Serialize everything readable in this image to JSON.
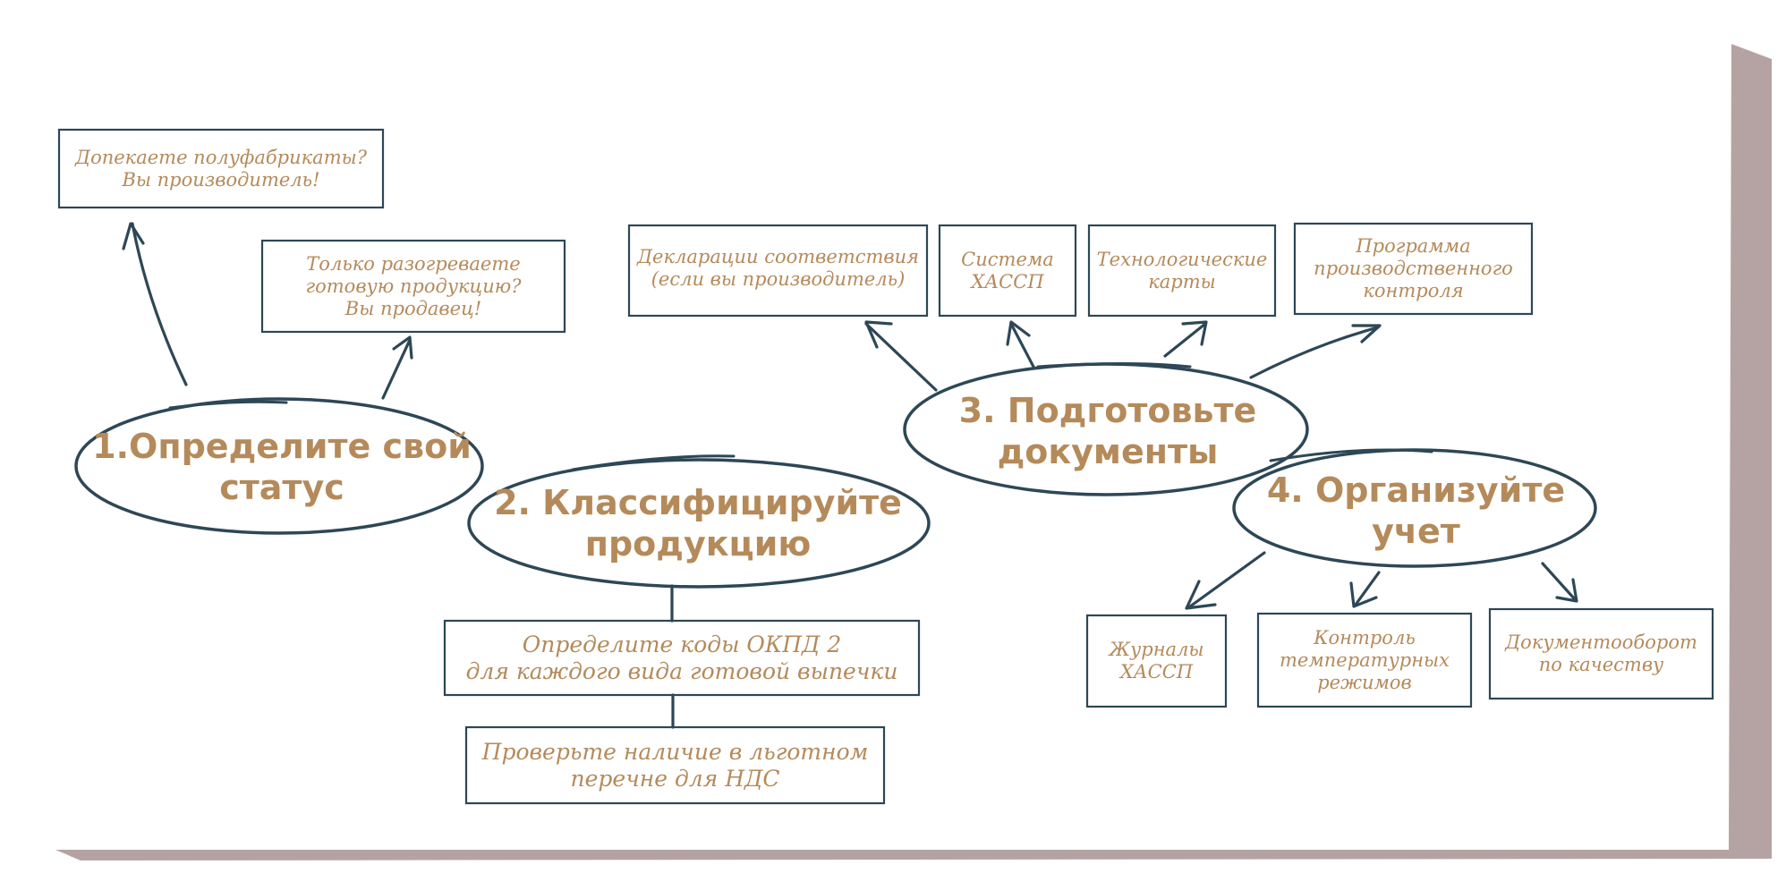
{
  "colors": {
    "ink": "#2d4756",
    "text": "#b58a5a",
    "shadow": "#b5a3a4",
    "background": "#ffffff"
  },
  "steps": [
    {
      "lines": [
        "1.Определите свой",
        "статус"
      ]
    },
    {
      "lines": [
        "2. Классифицируйте",
        "продукцию"
      ]
    },
    {
      "lines": [
        "3. Подготовьте",
        "документы"
      ]
    },
    {
      "lines": [
        "4. Организуйте",
        "учет"
      ]
    }
  ],
  "status_boxes": [
    {
      "lines": [
        "Допекаете полуфабрикаты?",
        "Вы производитель!"
      ]
    },
    {
      "lines": [
        "Только разогреваете",
        "готовую продукцию?",
        "Вы продавец!"
      ]
    }
  ],
  "classify_boxes": [
    {
      "lines": [
        "Определите коды ОКПД 2",
        "для каждого вида готовой выпечки"
      ]
    },
    {
      "lines": [
        "Проверьте наличие в льготном",
        "перечне для НДС"
      ]
    }
  ],
  "document_boxes": [
    {
      "lines": [
        "Декларации соответствия",
        "(если вы производитель)"
      ]
    },
    {
      "lines": [
        "Система",
        "ХАССП"
      ]
    },
    {
      "lines": [
        "Технологические",
        "карты"
      ]
    },
    {
      "lines": [
        "Программа",
        "производственного",
        "контроля"
      ]
    }
  ],
  "record_boxes": [
    {
      "lines": [
        "Журналы",
        "ХАССП"
      ]
    },
    {
      "lines": [
        "Контроль",
        "температурных",
        "режимов"
      ]
    },
    {
      "lines": [
        "Документооборот",
        "по качеству"
      ]
    }
  ]
}
